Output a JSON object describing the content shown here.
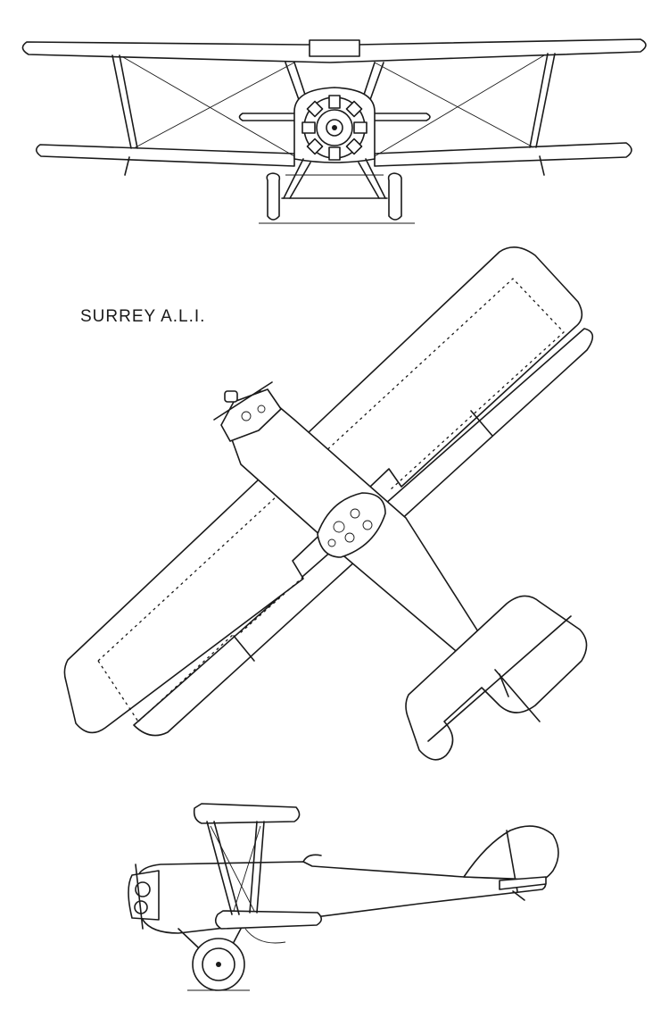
{
  "title": "SURREY A.L.I.",
  "views": {
    "front": "front-view",
    "plan": "plan-view",
    "side": "side-view"
  },
  "colors": {
    "line": "#1a1a1a",
    "paper": "#ffffff"
  }
}
